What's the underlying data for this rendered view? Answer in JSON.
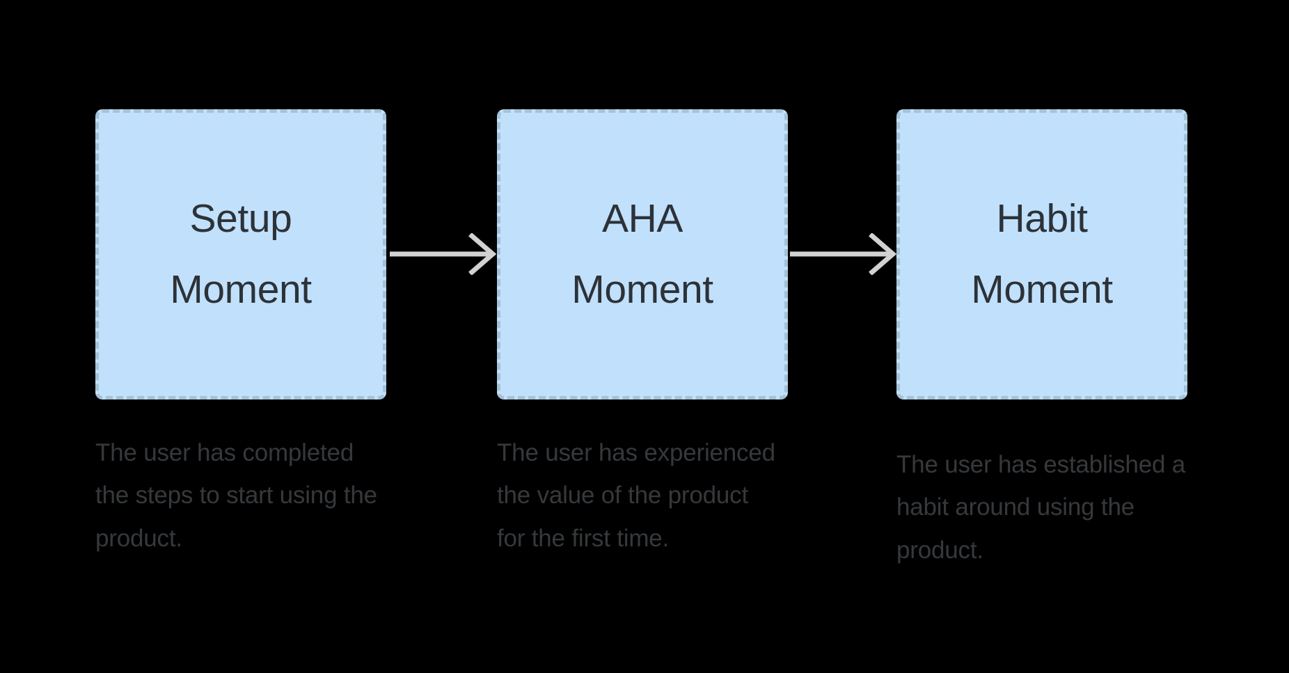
{
  "theme": {
    "background": "#000000",
    "box_fill": "#c1e0fb",
    "box_border": "#a5c2d6",
    "box_title_color": "#2c3238",
    "caption_color": "#36393c",
    "arrow_color": "#d2d2d2"
  },
  "diagram": {
    "type": "flow",
    "stages": [
      {
        "id": "setup-moment",
        "title_line1": "Setup",
        "title_line2": "Moment",
        "title": "Setup Moment",
        "caption": "The user has completed the steps to start using the product."
      },
      {
        "id": "aha-moment",
        "title_line1": "AHA",
        "title_line2": "Moment",
        "title": "AHA Moment",
        "caption": "The user has experienced the value of the product for the first time."
      },
      {
        "id": "habit-moment",
        "title_line1": "Habit",
        "title_line2": "Moment",
        "title": "Habit Moment",
        "caption": "The user has established a habit around using the product."
      }
    ],
    "connectors": [
      {
        "id": "arrow-1",
        "from": "setup-moment",
        "to": "aha-moment",
        "icon": "arrow-right-icon"
      },
      {
        "id": "arrow-2",
        "from": "aha-moment",
        "to": "habit-moment",
        "icon": "arrow-right-icon"
      }
    ]
  }
}
